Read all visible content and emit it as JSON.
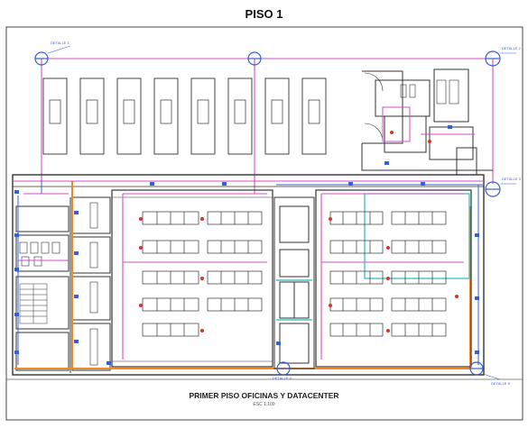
{
  "page": {
    "title": "PISO 1"
  },
  "plan": {
    "title": "PRIMER PISO OFICINAS Y DATACENTER",
    "scale": "ESC 1:100",
    "callouts": [
      "DETALLE 1",
      "DETALLE 2",
      "DETALLE 3",
      "DETALLE 4",
      "DETALLE 5"
    ]
  },
  "colors": {
    "walls": "#333333",
    "conduit_magenta": "#d14fc4",
    "conduit_blue": "#3a5fcf",
    "tray_orange": "#f08a24",
    "tray_cyan": "#28b6c4",
    "markers_red": "#e0302a"
  },
  "icons": [
    "detail-callout-icon",
    "device-marker-icon",
    "door-swing-icon",
    "toilet-icon",
    "stair-icon"
  ]
}
